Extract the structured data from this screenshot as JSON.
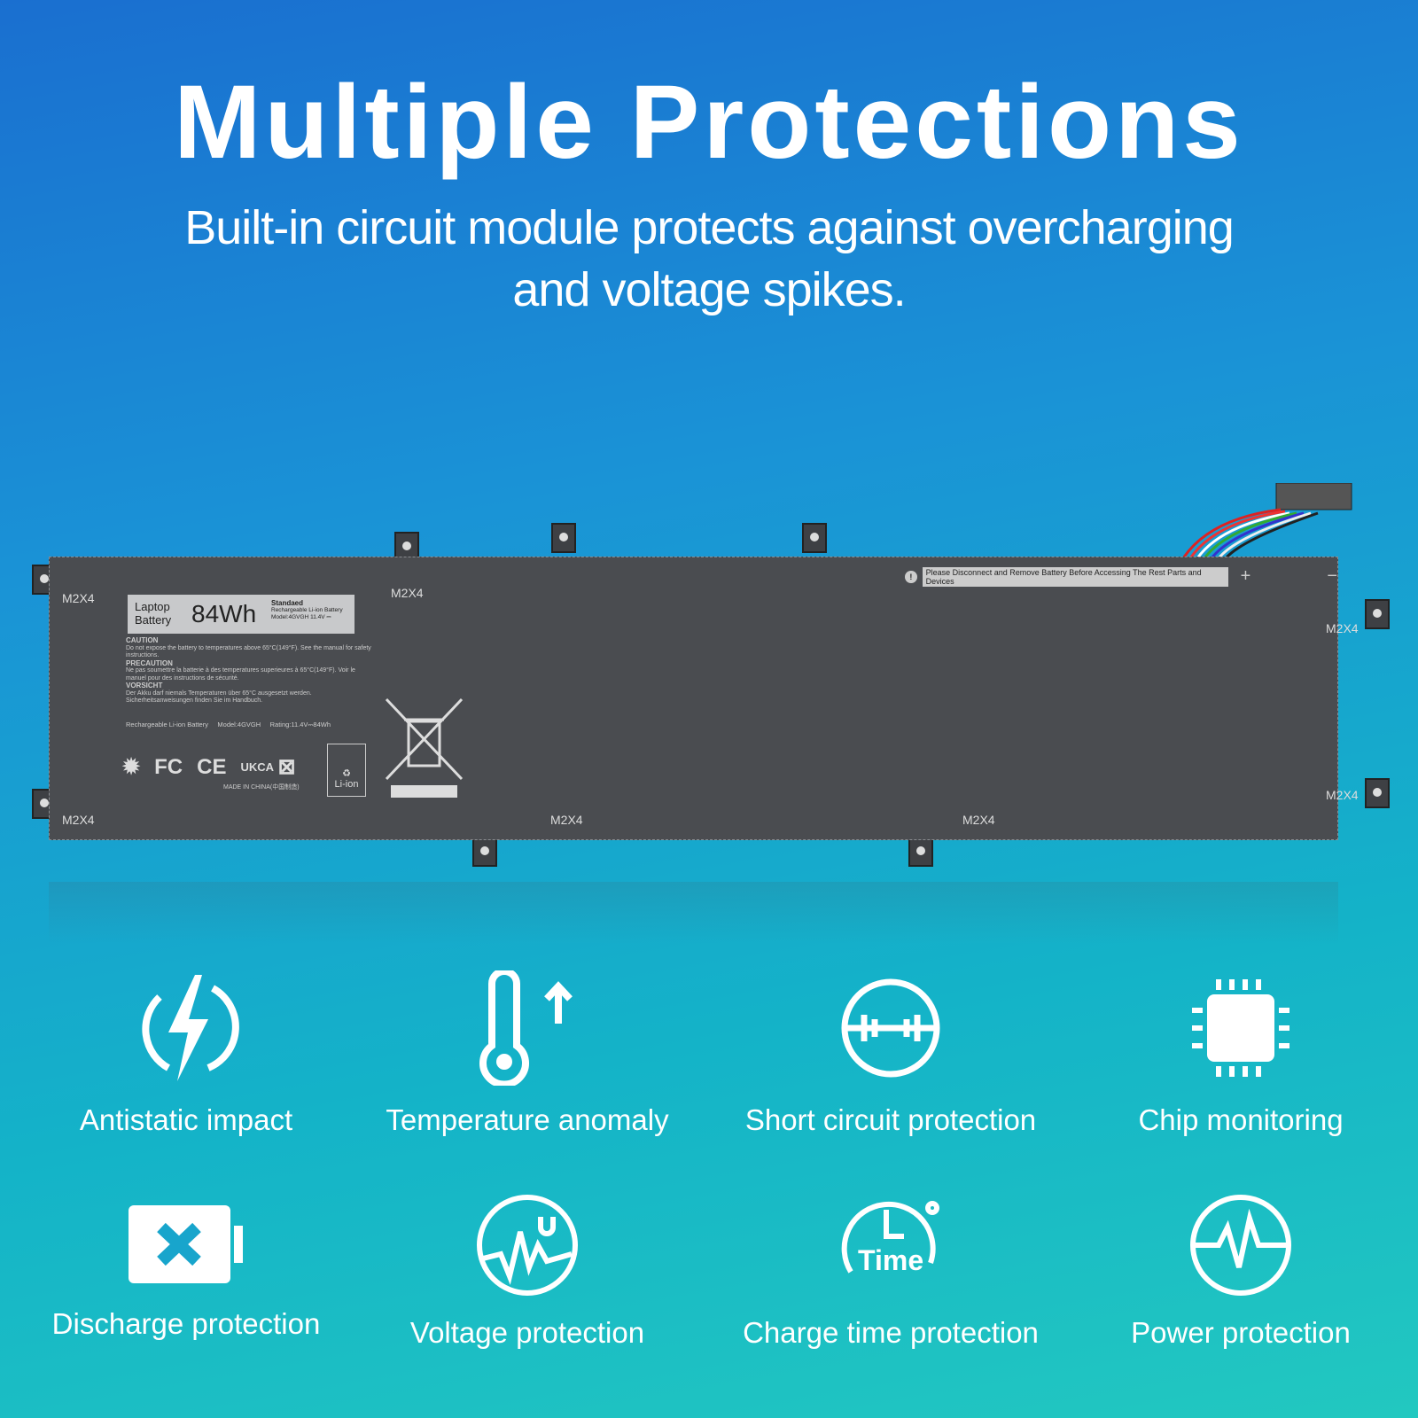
{
  "title": "Multiple Protections",
  "subtitle_line1": "Built-in circuit module protects against overcharging",
  "subtitle_line2": "and voltage spikes.",
  "battery": {
    "label_type_line1": "Laptop",
    "label_type_line2": "Battery",
    "capacity": "84Wh",
    "standard": "Standaed",
    "chemistry": "Rechargeable Li-ion Battery",
    "model_voltage": "Model:4GVGH  11.4V ⎓",
    "caution_head": "CAUTION",
    "caution_text": "Do not expose the battery to temperatures above 65°C(149°F). See the manual for safety instructions.",
    "precaution_head": "PRECAUTION",
    "precaution_text": "Ne pas soumettre la batterie à des temperatures superieures à 65°C(149°F). Voir le manuel pour des instructions de sécurité.",
    "vorsicht_head": "VORSICHT",
    "vorsicht_text": "Der Akku darf niemals Temperaturen über 65°C ausgesetzt werden. Sicherheitsanweisungen finden Sie im Handbuch.",
    "bottom_chem": "Rechargeable Li-ion Battery",
    "bottom_model": "Model:4GVGH",
    "bottom_rating": "Rating:11.4V⎓84Wh",
    "made_in": "MADE IN CHINA(中国制造)",
    "liion": "Li-ion",
    "cert_fc": "FC",
    "cert_ce": "CE",
    "cert_ukca": "UKCA",
    "warning": "Please Disconnect and Remove Battery Before Accessing The Rest Parts and Devices",
    "plus": "+",
    "minus": "−",
    "screw": "M2X4"
  },
  "features": [
    {
      "label": "Antistatic impact",
      "icon": "lightning-icon"
    },
    {
      "label": "Temperature anomaly",
      "icon": "thermometer-icon"
    },
    {
      "label": "Short circuit protection",
      "icon": "circuit-icon"
    },
    {
      "label": "Chip monitoring",
      "icon": "chip-icon"
    },
    {
      "label": "Discharge protection",
      "icon": "battery-x-icon"
    },
    {
      "label": "Voltage protection",
      "icon": "voltage-icon"
    },
    {
      "label": "Charge time protection",
      "icon": "timer-icon"
    },
    {
      "label": "Power protection",
      "icon": "pulse-icon"
    }
  ]
}
